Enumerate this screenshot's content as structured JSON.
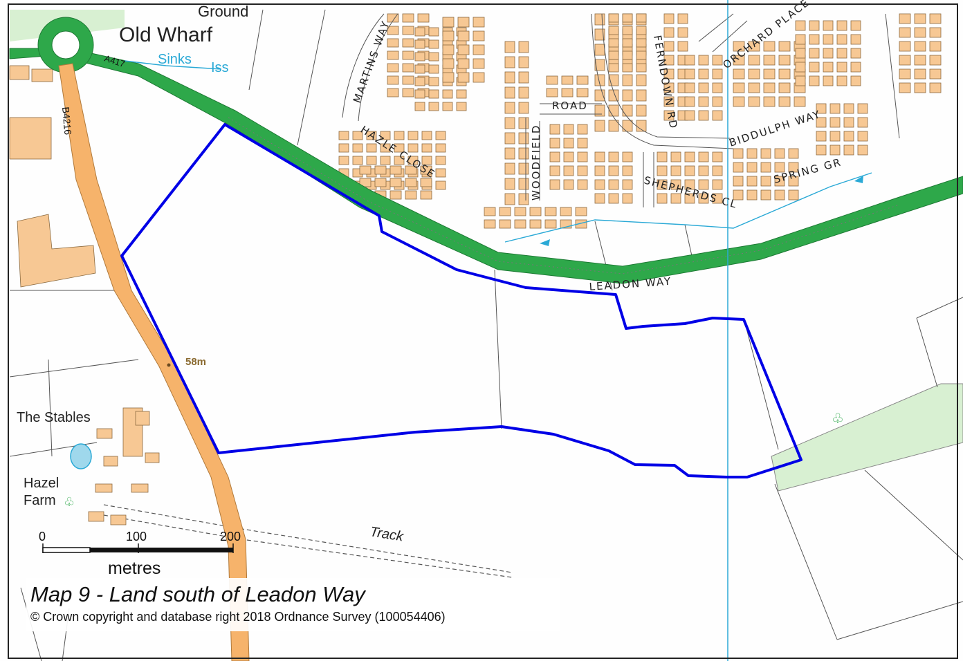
{
  "map": {
    "labels": {
      "ground": "Ground",
      "old_wharf": "Old Wharf",
      "sinks": "Sinks",
      "iss": "Iss",
      "a417": "A417",
      "b4216": "B4216",
      "martins_way": "MARTINS WAY",
      "hazle_close": "HAZLE CLOSE",
      "woodfield": "WOODFIELD",
      "road": "ROAD",
      "ferndown_rd": "FERNDOWN RD",
      "orchard_place": "ORCHARD PLACE",
      "biddulph_way": "BIDDULPH WAY",
      "spring_gr": "SPRING GR",
      "shepherds_cl": "SHEPHERDS CL",
      "leadon_way": "LEADON WAY",
      "spot_height": "58m",
      "the_stables": "The Stables",
      "hazel": "Hazel",
      "farm": "Farm",
      "track": "Track"
    },
    "colors": {
      "boundary": "#0000e6",
      "a_road": "#2ea84a",
      "b_road": "#f6b36b",
      "building": "#f7c894",
      "water": "#2aa9d6",
      "woodland": "#d8f0d2"
    }
  },
  "scale_bar": {
    "ticks": [
      "0",
      "100",
      "200"
    ],
    "units": "metres"
  },
  "caption": {
    "title": "Map 9 - Land south of Leadon Way",
    "copyright": "© Crown copyright and database right 2018 Ordnance Survey (100054406)"
  }
}
